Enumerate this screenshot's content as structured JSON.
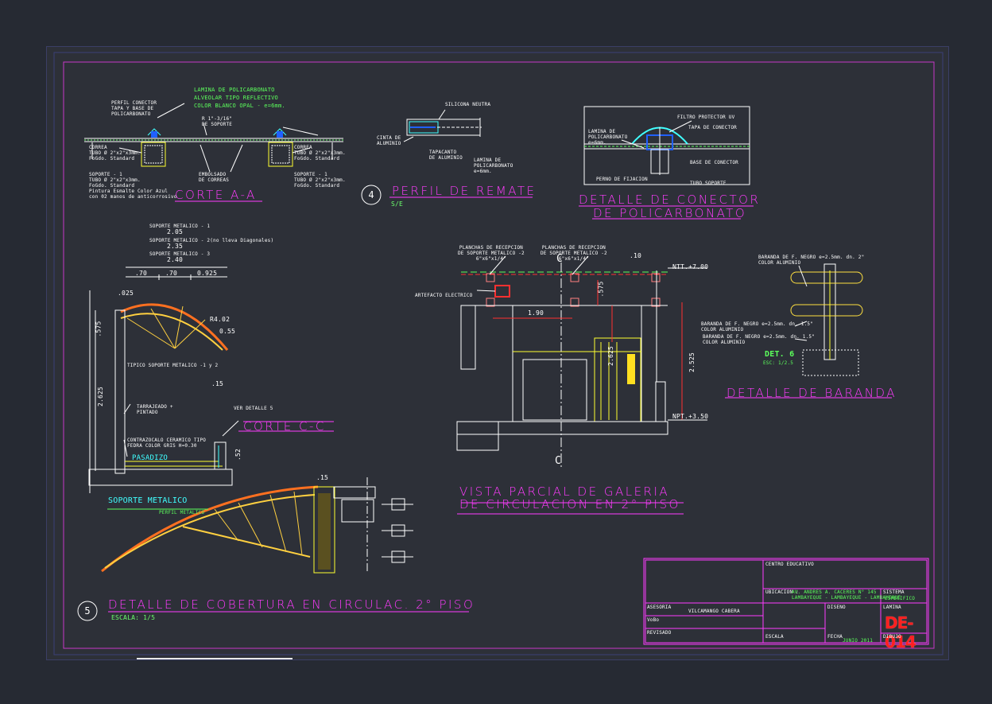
{
  "corte_aa": {
    "title": "CORTE A-A",
    "lamina_note": [
      "LAMINA DE POLICARBONATO",
      "ALVEOLAR TIPO REFLECTIVO",
      "COLOR BLANCO OPAL - e=6mm."
    ],
    "perfil_conector": [
      "PERFIL CONECTOR",
      "TAPA Y BASE DE",
      "POLICARBONATO"
    ],
    "soporte_dim": [
      "R 1\"-3/16\"",
      "DE SOPORTE"
    ],
    "correa_left": [
      "CORREA",
      "TUBO Ø 2\"x2\"x3mm.",
      "FoGdo. Standard"
    ],
    "correa_right": [
      "CORREA",
      "TUBO Ø 2\"x2\"x3mm.",
      "FoGdo. Standard"
    ],
    "soporte_left": [
      "SOPORTE - 1",
      "TUBO Ø 2\"x2\"x3mm.",
      "FoGdo. Standard",
      "Pintura Esmalte Color Azul",
      "con 02 manos de anticorrosivo"
    ],
    "embolsado": [
      "EMBOLSADO",
      "DE CORREAS"
    ],
    "soporte_right": [
      "SOPORTE - 1",
      "TUBO Ø 2\"x2\"x3mm.",
      "FoGdo. Standard"
    ]
  },
  "perfil_remate": {
    "number": "4",
    "title": "PERFIL DE REMATE",
    "scale": "S/E",
    "silicona": "SILICONA NEUTRA",
    "cinta": [
      "CINTA DE",
      "ALUMINIO"
    ],
    "tapacanto": [
      "TAPACANTO",
      "DE ALUMINIO"
    ],
    "lamina": [
      "LAMINA DE",
      "POLICARBONATO",
      "e=6mm."
    ]
  },
  "conector": {
    "title": [
      "DETALLE DE CONECTOR",
      "DE POLICARBONATO"
    ],
    "filtro": "FILTRO PROTECTOR UV",
    "tapa": "TAPA DE CONECTOR",
    "lamina": [
      "LAMINA DE",
      "POLICARBONATO",
      "e=6mm."
    ],
    "base": "BASE DE CONECTOR",
    "perno": "PERNO DE FIJACION",
    "tubo": "TUBO SOPORTE"
  },
  "corte_cc": {
    "title": "CORTE C-C",
    "soportes": [
      "SOPORTE METALICO - 1",
      "SOPORTE METALICO - 2(no lleva Diagonales)",
      "SOPORTE METALICO - 3"
    ],
    "dims_top": [
      "2.05",
      "2.35",
      "2.40"
    ],
    "dims_row": [
      ".70",
      ".70",
      "0.925"
    ],
    "radius": "R4.02",
    "d025": ".025",
    "d055": "0.55",
    "d575": ".575",
    "d15": ".15",
    "d52": ".52",
    "tipico": "TIPICO SOPORTE METALICO -1 y 2",
    "tarrajeado": [
      "TARRAJEADO +",
      "PINTADO"
    ],
    "ver_detalle": "VER DETALLE 5",
    "contrazocalo": [
      "CONTRAZOCALO CERAMICO TIPO",
      "FEDRA COLOR GRIS H=0.30"
    ],
    "pasadizo": "PASADIZO",
    "height": "2.625"
  },
  "galeria": {
    "title": [
      "VISTA PARCIAL DE GALERIA",
      "DE CIRCULACION EN 2° PISO"
    ],
    "planchas_left": [
      "PLANCHAS DE RECEPCION",
      "DE SOPORTE METALICO -2",
      "6\"x6\"x1/4\""
    ],
    "planchas_right": [
      "PLANCHAS DE RECEPCION",
      "DE SOPORTE METALICO -2",
      "6\"x6\"x1/4\""
    ],
    "artefacto": "ARTEFACTO ELECTRICO",
    "d190": "1.90",
    "d575": ".575",
    "d10": ".10",
    "d2625": "2.625",
    "d2525": "2.525",
    "ntt": "NTT.+7.00",
    "npt": "NPT.+3.50",
    "c_label": "C"
  },
  "baranda": {
    "title": "DETALLE DE BARANDA",
    "det": "DET. 6",
    "esc": "ESC: 1/2.5",
    "note1": [
      "BARANDA DE F. NEGRO e=2.5mm. dn. 2\"",
      "COLOR ALUMINIO"
    ],
    "note2": [
      "BARANDA DE F. NEGRO e=2.5mm. dn. 1.5\"",
      "COLOR ALUMINIO"
    ],
    "note3": [
      "BARANDA DE F. NEGRO e=2.5mm. dn. 1.5\"",
      "COLOR ALUMINIO"
    ]
  },
  "cobertura": {
    "number": "5",
    "title": "DETALLE DE COBERTURA EN CIRCULAC. 2° PISO",
    "scale": "ESCALA: 1/5",
    "soporte": "SOPORTE METALICO",
    "perfil_metalico": "PERFIL METALICO",
    "d15": ".15"
  },
  "title_block": {
    "centro_label": "CENTRO EDUCATIVO",
    "ubicacion_label": "UBICACION :",
    "ubicacion_value": [
      "AV. ANDRES A. CACERES N° 145",
      "LAMBAYEQUE - LAMBAYEQUE - LAMBAYEQUE"
    ],
    "sistema_label": "SISTEMA",
    "sistema_value": "ESPECIFICO",
    "asesoria_label": "ASESORIA",
    "asesor": "VILCAMANGO CABERA",
    "vobo": "VoBo",
    "revisado": "REVISADO",
    "diseno": "DISENO",
    "escala": "ESCALA",
    "fecha_label": "FECHA",
    "fecha_value": "JUNIO 2011",
    "dibujo": "DIBUJO",
    "lamina_label": "LAMINA",
    "lamina": "DE-014"
  },
  "colors": {
    "magenta": "#ff3cff",
    "green": "#5cff5c",
    "yellow": "#ffff30",
    "red": "#ff3030",
    "cyan": "#40ffff",
    "background": "#2d3038"
  }
}
